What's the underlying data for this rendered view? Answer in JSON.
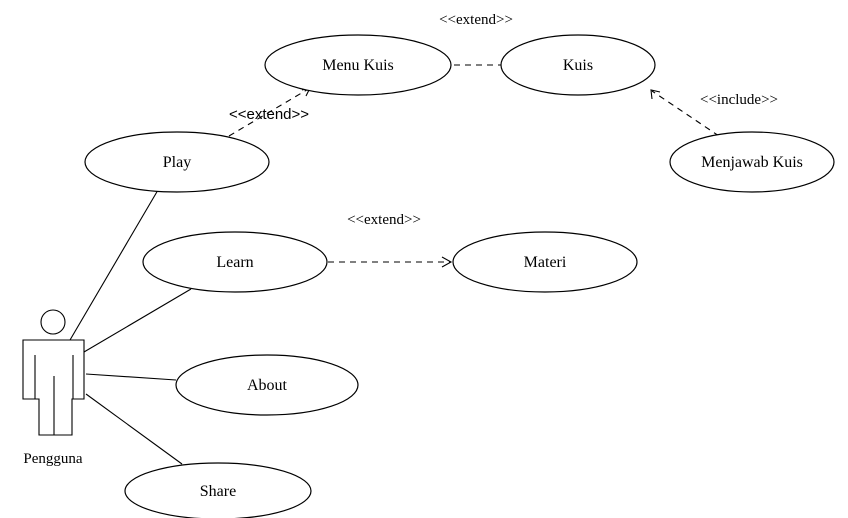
{
  "actor": {
    "name": "Pengguna"
  },
  "use_cases": {
    "menu_kuis": "Menu Kuis",
    "kuis": "Kuis",
    "play": "Play",
    "menjawab_kuis": "Menjawab Kuis",
    "learn": "Learn",
    "materi": "Materi",
    "about": "About",
    "share": "Share"
  },
  "relationships": {
    "menu_kuis_to_kuis": "<<extend>>",
    "play_to_menu_kuis": "<<extend>>",
    "menjawab_to_kuis": "<<include>>",
    "learn_to_materi": "<<extend>>"
  }
}
